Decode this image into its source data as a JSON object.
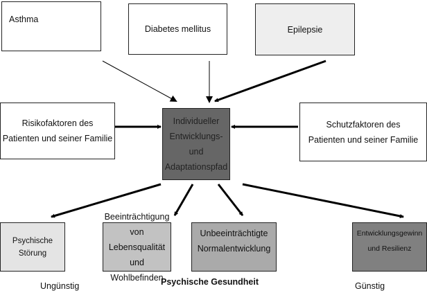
{
  "nodes": {
    "asthma": "Asthma",
    "diabetes": "Diabetes mellitus",
    "epilepsie": "Epilepsie",
    "risiko": [
      "Risikofaktoren des",
      "Patienten und seiner Familie"
    ],
    "center": [
      "Individueller",
      "Entwicklungs- und",
      "Adaptationspfad"
    ],
    "schutz": [
      "Schutzfaktoren des",
      "Patienten und seiner Familie"
    ],
    "stoerung": "Psychische Störung",
    "beeintraechtigung": [
      "Beeinträchtigung",
      "von Lebensqualität",
      "und Wohlbefinden"
    ],
    "normal": [
      "Unbeeinträchtigte",
      "Normalentwicklung"
    ],
    "resilienz": [
      "Entwicklungsgewinn",
      "und Resilienz"
    ]
  },
  "scale": {
    "left": "Ungünstig",
    "middle": "Psychische Gesundheit",
    "right": "Günstig"
  },
  "colors": {
    "center": "#666666",
    "epilepsie": "#eeeeee",
    "stoerung": "#e4e4e4",
    "beeintraechtigung": "#c2c2c2",
    "normal": "#aaaaaa",
    "resilienz": "#808080"
  }
}
